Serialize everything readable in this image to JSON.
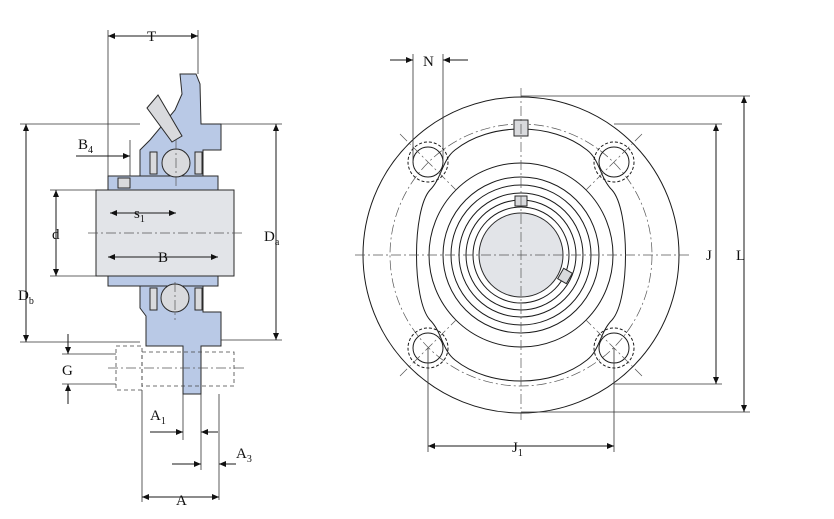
{
  "side_view_labels": {
    "T": "T",
    "B4": "B",
    "B4_sub": "4",
    "s1": "s",
    "s1_sub": "1",
    "d": "d",
    "B": "B",
    "Da": "D",
    "Da_sub": "a",
    "Db": "D",
    "Db_sub": "b",
    "G": "G",
    "A1": "A",
    "A1_sub": "1",
    "A3": "A",
    "A3_sub": "3",
    "A": "A"
  },
  "front_view_labels": {
    "N": "N",
    "J": "J",
    "L": "L",
    "J1": "J",
    "J1_sub": "1"
  },
  "colors": {
    "housing_section": "#b9c9e6",
    "shaft": "#e2e4e8",
    "line": "#1a1a1a"
  }
}
